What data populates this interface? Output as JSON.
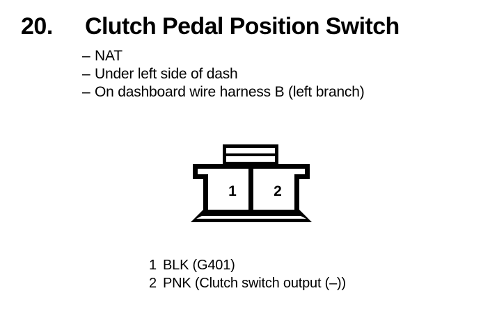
{
  "document": {
    "background_color": "#ffffff",
    "ink_color": "#000000"
  },
  "header": {
    "item_number": "20.",
    "title": "Clutch Pedal Position Switch",
    "bullets": [
      {
        "dash": "–",
        "text": "NAT"
      },
      {
        "dash": "–",
        "text": "Under left side of dash"
      },
      {
        "dash": "–",
        "text": "On dashboard wire harness B (left branch)"
      }
    ]
  },
  "connector": {
    "cavity_count": 2,
    "cavities": [
      {
        "number": "1"
      },
      {
        "number": "2"
      }
    ]
  },
  "pin_legend": {
    "rows": [
      {
        "number": "1",
        "description": "BLK (G401)"
      },
      {
        "number": "2",
        "description": "PNK (Clutch switch output (–))"
      }
    ]
  }
}
